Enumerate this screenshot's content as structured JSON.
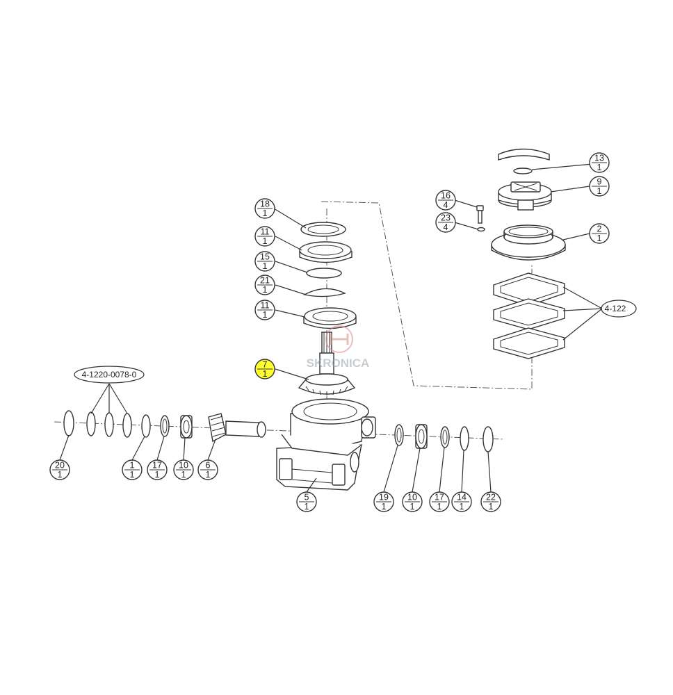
{
  "diagram": {
    "callouts": [
      {
        "id": "c13",
        "num": "13",
        "qty": "1"
      },
      {
        "id": "c9",
        "num": "9",
        "qty": "1"
      },
      {
        "id": "c16",
        "num": "16",
        "qty": "4"
      },
      {
        "id": "c23",
        "num": "23",
        "qty": "4"
      },
      {
        "id": "c2",
        "num": "2",
        "qty": "1"
      },
      {
        "id": "c18",
        "num": "18",
        "qty": "1"
      },
      {
        "id": "c11a",
        "num": "11",
        "qty": "1"
      },
      {
        "id": "c15",
        "num": "15",
        "qty": "1"
      },
      {
        "id": "c21",
        "num": "21",
        "qty": "1"
      },
      {
        "id": "c11b",
        "num": "11",
        "qty": "1"
      },
      {
        "id": "c7",
        "num": "7",
        "qty": "1",
        "highlighted": true
      },
      {
        "id": "c20",
        "num": "20",
        "qty": "1"
      },
      {
        "id": "c1",
        "num": "1",
        "qty": "1"
      },
      {
        "id": "c17a",
        "num": "17",
        "qty": "1"
      },
      {
        "id": "c10a",
        "num": "10",
        "qty": "1"
      },
      {
        "id": "c6",
        "num": "6",
        "qty": "1"
      },
      {
        "id": "c5",
        "num": "5",
        "qty": "1"
      },
      {
        "id": "c19",
        "num": "19",
        "qty": "1"
      },
      {
        "id": "c10b",
        "num": "10",
        "qty": "1"
      },
      {
        "id": "c17b",
        "num": "17",
        "qty": "1"
      },
      {
        "id": "c14",
        "num": "14",
        "qty": "1"
      },
      {
        "id": "c22",
        "num": "22",
        "qty": "1"
      }
    ],
    "assembly_labels": {
      "shims_left": "4-1220-0078-0",
      "gaskets_right": "4-122"
    },
    "watermark": {
      "brand": "SKRONICA"
    },
    "colors": {
      "highlight": "#ffff33",
      "line": "#333333"
    }
  }
}
